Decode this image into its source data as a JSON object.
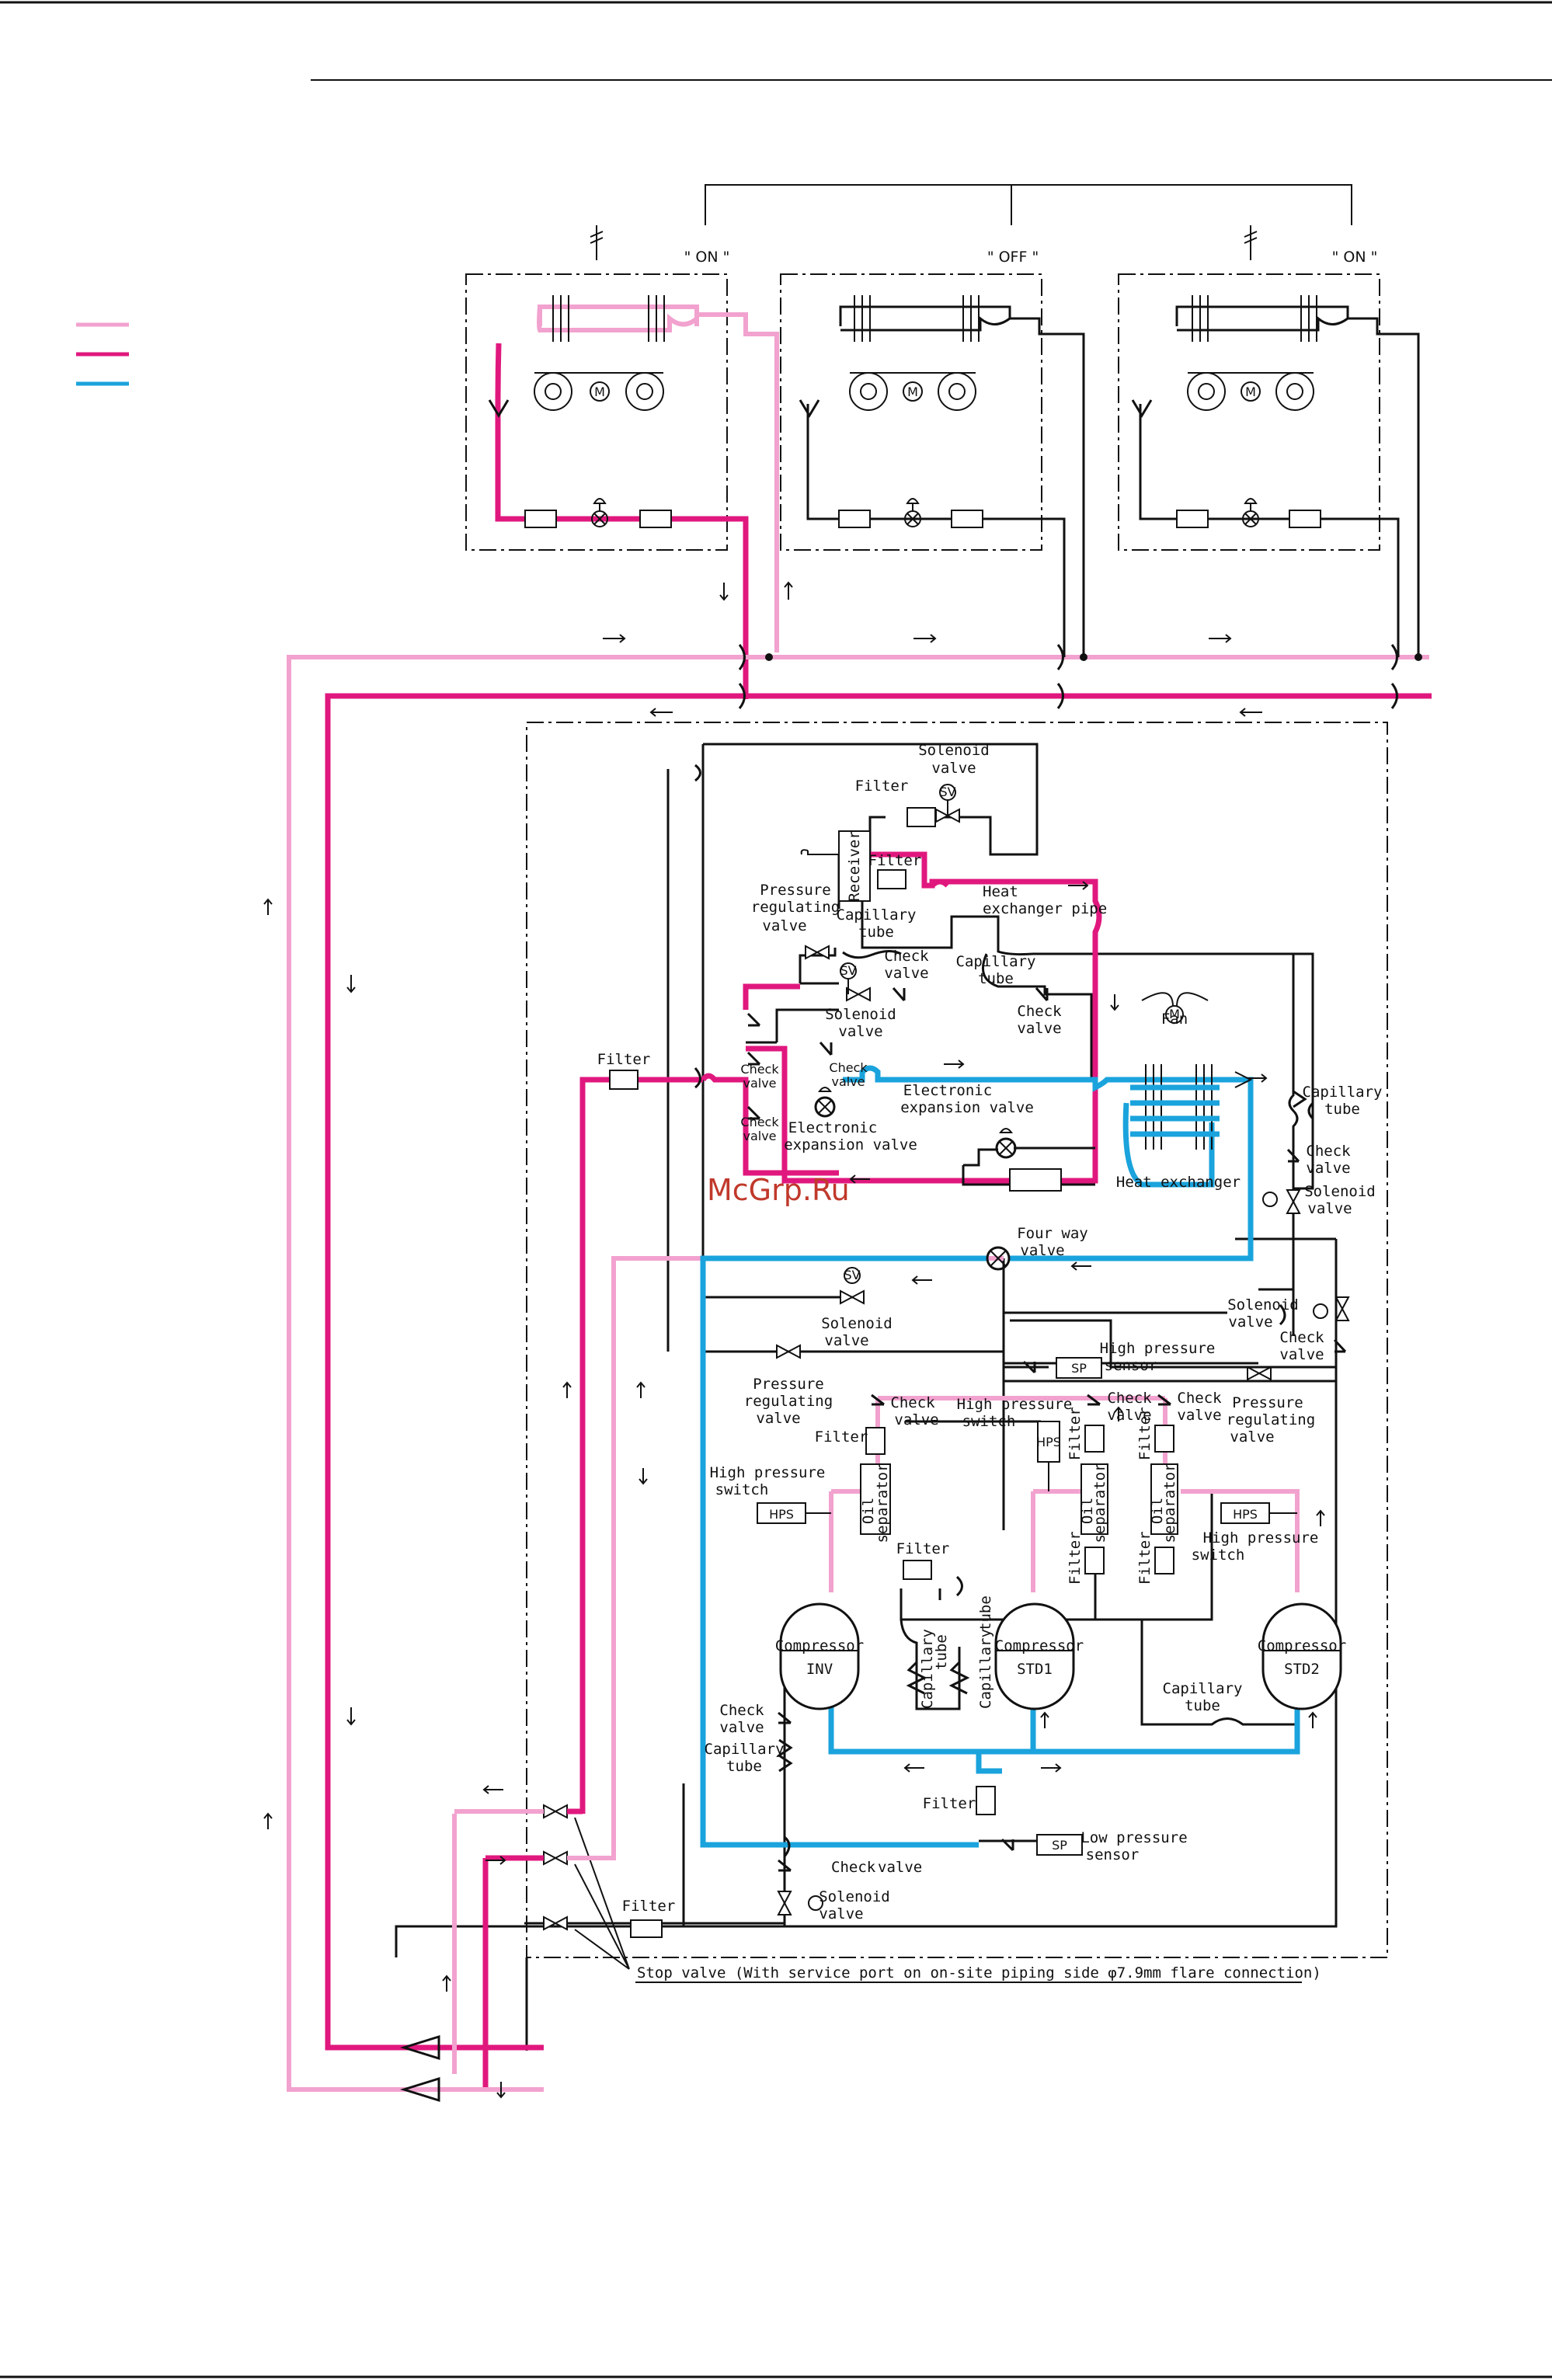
{
  "legend": {
    "colors": [
      "#f2a2cf",
      "#e0187e",
      "#1aa3dc"
    ]
  },
  "indoor_units": [
    {
      "status": "\" ON \""
    },
    {
      "status": "\" OFF \""
    },
    {
      "status": "\" ON \""
    }
  ],
  "labels": {
    "solenoid_valve": [
      "Solenoid",
      "valve"
    ],
    "filter": "Filter",
    "receiver": "Receiver",
    "heat_exchanger_pipe": [
      "Heat",
      "exchanger pipe"
    ],
    "pressure_regulating_valve": [
      "Pressure",
      "regulating",
      "valve"
    ],
    "capillary_tube": [
      "Capillary",
      "tube"
    ],
    "check_valve": [
      "Check",
      "valve"
    ],
    "fan": "Fan",
    "electronic_expansion_valve": [
      "Electronic",
      "expansion valve"
    ],
    "heat_exchanger": "Heat exchanger",
    "four_way_valve": [
      "Four way",
      "valve"
    ],
    "high_pressure_sensor": [
      "High pressure",
      "sensor"
    ],
    "high_pressure_switch": [
      "High pressure",
      "switch"
    ],
    "oil_separator": [
      "Oil",
      "separator"
    ],
    "compressor": "Compressor",
    "inv": "INV",
    "std1": "STD1",
    "std2": "STD2",
    "low_pressure_sensor": [
      "Low pressure",
      "sensor"
    ],
    "sp": "SP",
    "hps": "HPS",
    "sv": "SV",
    "motor": "M",
    "stop_valve": "Stop valve (With service port on on-site piping side  φ7.9mm flare connection)",
    "watermark": "McGrp.Ru"
  }
}
